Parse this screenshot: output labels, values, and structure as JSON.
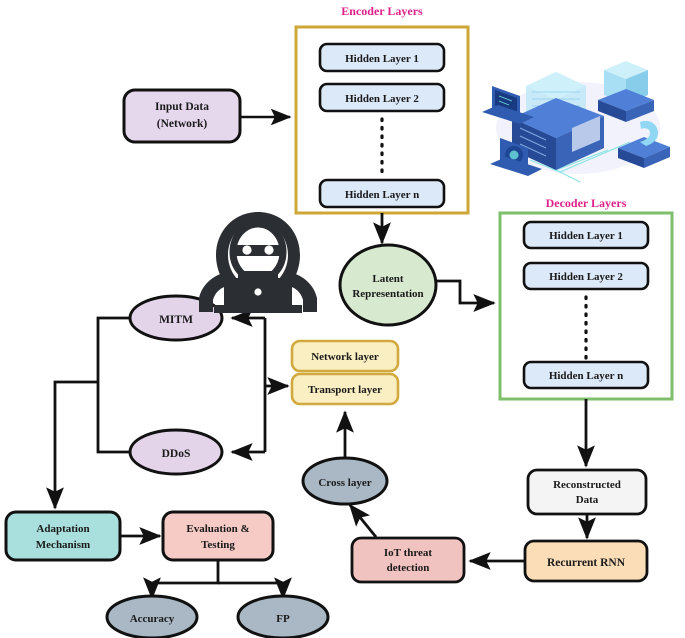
{
  "diagram": {
    "title_encoder": "Encoder Layers",
    "title_decoder": "Decoder Layers",
    "colors": {
      "encoder_border": "#cfa738",
      "decoder_border": "#7dbf6a",
      "section_title": "#e0218a",
      "hidden_layer_fill": "#dce9f8",
      "input_fill": "#e5d7ec",
      "latent_fill": "#d7e9cf",
      "attack_fill": "#e3d4ea",
      "layer_fill": "#faeec3",
      "layer_border": "#d2a93c",
      "cross_fill": "#a9b8c4",
      "adaptation_fill": "#a9e0dd",
      "evaluation_fill": "#f6cbc5",
      "metric_fill": "#a9b8c4",
      "reconstructed_fill": "#f4f4f4",
      "rnn_fill": "#fbddb8",
      "iot_fill": "#f0c2c0",
      "stroke": "#111111"
    },
    "encoder": {
      "layers": [
        "Hidden Layer 1",
        "Hidden Layer 2",
        "Hidden Layer n"
      ],
      "ellipsis": "vertical-dots"
    },
    "decoder": {
      "layers": [
        "Hidden Layer 1",
        "Hidden Layer 2",
        "Hidden Layer n"
      ],
      "ellipsis": "vertical-dots"
    },
    "nodes": {
      "input": {
        "line1": "Input Data",
        "line2": "(Network)"
      },
      "latent": {
        "line1": "Latent",
        "line2": "Representation"
      },
      "mitm": "MITM",
      "ddos": "DDoS",
      "network_layer": "Network layer",
      "transport_layer": "Transport layer",
      "cross_layer": "Cross layer",
      "adaptation": {
        "line1": "Adaptation",
        "line2": "Mechanism"
      },
      "evaluation": {
        "line1": "Evaluation &",
        "line2": "Testing"
      },
      "accuracy": "Accuracy",
      "fp": "FP",
      "reconstructed": {
        "line1": "Reconstructed",
        "line2": "Data"
      },
      "rnn": "Recurrent RNN",
      "iot": {
        "line1": "IoT threat",
        "line2": "detection"
      }
    },
    "illustrations": {
      "hacker": "hacker-with-laptop-icon",
      "network": "isometric-network-servers-illustration"
    }
  }
}
